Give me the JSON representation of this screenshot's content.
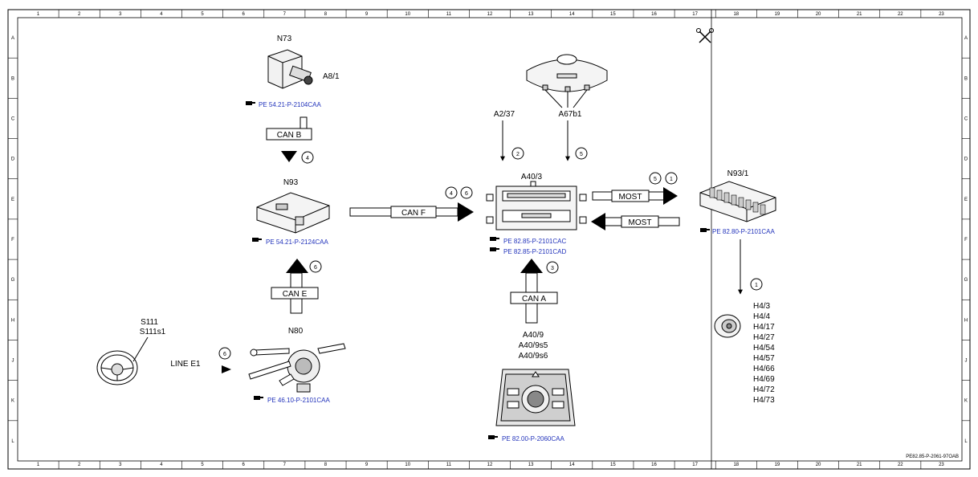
{
  "grid": {
    "columns": [
      "1",
      "2",
      "3",
      "4",
      "5",
      "6",
      "7",
      "8",
      "9",
      "10",
      "11",
      "12",
      "13",
      "14",
      "15",
      "16",
      "17",
      "18",
      "19",
      "20",
      "21",
      "22",
      "23"
    ],
    "rows": [
      "A",
      "B",
      "C",
      "D",
      "E",
      "F",
      "G",
      "H",
      "J",
      "K",
      "L"
    ]
  },
  "footer_ref": "PE82.85-P-2061-97OAB",
  "components": {
    "n73": {
      "label": "N73",
      "sublabel": "A8/1",
      "ref": "PE 54.21-P-2104CAA"
    },
    "n93": {
      "label": "N93",
      "ref": "PE 54.21-P-2124CAA"
    },
    "n80": {
      "label": "N80",
      "ref": "PE 46.10-P-2101CAA"
    },
    "s111": {
      "label1": "S111",
      "label2": "S111s1"
    },
    "a2_37": {
      "label": "A2/37"
    },
    "a67b1": {
      "label": "A67b1"
    },
    "a40_3": {
      "label": "A40/3",
      "ref1": "PE 82.85-P-2101CAC",
      "ref2": "PE 82.85-P-2101CAD"
    },
    "a40_9": {
      "label1": "A40/9",
      "label2": "A40/9s5",
      "label3": "A40/9s6",
      "ref": "PE 82.00-P-2060CAA"
    },
    "n93_1": {
      "label": "N93/1",
      "ref": "PE 82.80-P-2101CAA"
    },
    "speakers": {
      "labels": [
        "H4/3",
        "H4/4",
        "H4/17",
        "H4/27",
        "H4/54",
        "H4/57",
        "H4/66",
        "H4/69",
        "H4/72",
        "H4/73"
      ]
    }
  },
  "buses": {
    "can_b": "CAN B",
    "can_e": "CAN E",
    "can_f": "CAN F",
    "can_a": "CAN A",
    "most_out": "MOST",
    "most_in": "MOST",
    "line_e1": "LINE E1"
  },
  "markers": {
    "m4_canb": "4",
    "m6_cane": "6",
    "m4_canf": "4",
    "m6_canf": "6",
    "m2_a237": "2",
    "m5_a67b1": "5",
    "m3_cana": "3",
    "m5_most": "5",
    "m1_most": "1",
    "m1_speakers": "1",
    "m6_line": "6"
  }
}
